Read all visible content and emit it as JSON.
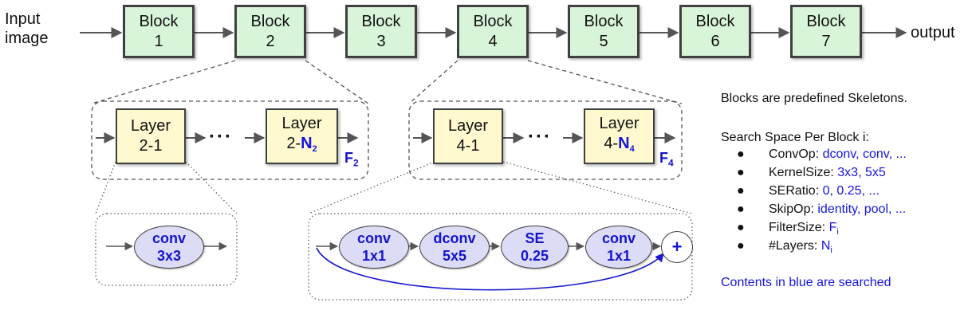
{
  "input_label": [
    "Input",
    "image"
  ],
  "output_label": "output",
  "blocks": [
    {
      "title": "Block",
      "num": "1"
    },
    {
      "title": "Block",
      "num": "2"
    },
    {
      "title": "Block",
      "num": "3"
    },
    {
      "title": "Block",
      "num": "4"
    },
    {
      "title": "Block",
      "num": "5"
    },
    {
      "title": "Block",
      "num": "6"
    },
    {
      "title": "Block",
      "num": "7"
    }
  ],
  "group2": {
    "layer_first": {
      "title": "Layer",
      "id": "2-1"
    },
    "layer_last": {
      "title": "Layer",
      "prefix": "2-",
      "n": "N",
      "n_sub": "2"
    },
    "dots": "···",
    "filter": {
      "f": "F",
      "sub": "2"
    }
  },
  "group4": {
    "layer_first": {
      "title": "Layer",
      "id": "4-1"
    },
    "layer_last": {
      "title": "Layer",
      "prefix": "4-",
      "n": "N",
      "n_sub": "4"
    },
    "dots": "···",
    "filter": {
      "f": "F",
      "sub": "4"
    }
  },
  "detail2": {
    "op": [
      "conv",
      "3x3"
    ]
  },
  "detail4": {
    "ops": [
      [
        "conv",
        "1x1"
      ],
      [
        "dconv",
        "5x5"
      ],
      [
        "SE",
        "0.25"
      ],
      [
        "conv",
        "1x1"
      ]
    ],
    "plus": "+"
  },
  "legend": {
    "note": "Blocks are predefined Skeletons.",
    "search_title": "Search Space Per Block i:",
    "bullet": "●",
    "items": [
      {
        "key": "ConvOp: ",
        "val": "dconv, conv, ..."
      },
      {
        "key": "KernelSize: ",
        "val": "3x3, 5x5"
      },
      {
        "key": "SERatio: ",
        "val": "0, 0.25, ..."
      },
      {
        "key": "SkipOp: ",
        "val": "identity, pool, ..."
      },
      {
        "key": "FilterSize: ",
        "val": "F",
        "val_sub": "i"
      },
      {
        "key": "#Layers: ",
        "val": "N",
        "val_sub": "i"
      }
    ],
    "footer": "Contents in blue are searched"
  },
  "colors": {
    "block_fill": "#d9f5d9",
    "layer_fill": "#fff9cf",
    "op_fill": "#dcdcf7",
    "search_blue": "#1414dd"
  }
}
